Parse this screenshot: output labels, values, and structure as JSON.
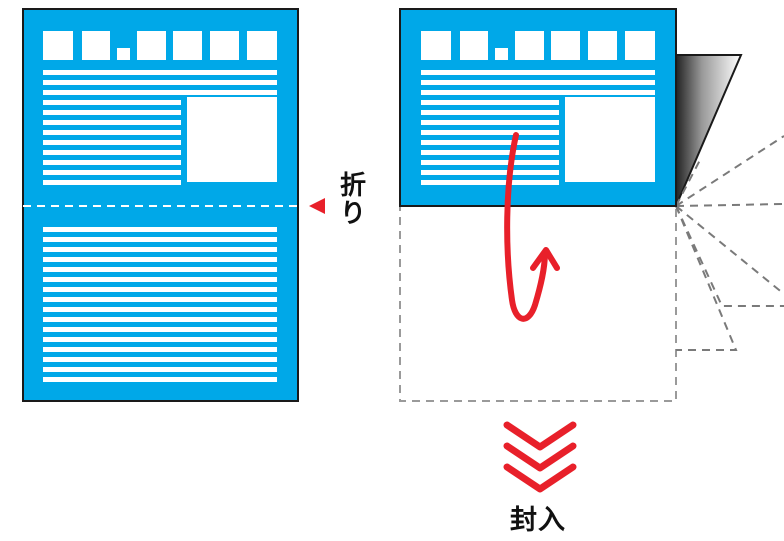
{
  "fold_label": [
    "折",
    "り"
  ],
  "enclose_label": "封入",
  "colors": {
    "sheet_blue": "#00a8e8",
    "outline": "#1a1a1a",
    "white": "#ffffff",
    "arrow_red": "#e8202a",
    "dashed_gray": "#9a9a9a",
    "envelope_flap_dark": "#222222"
  },
  "icons": [
    "fold-marker-icon",
    "curved-fold-arrow-icon",
    "double-chevron-down-icon"
  ]
}
